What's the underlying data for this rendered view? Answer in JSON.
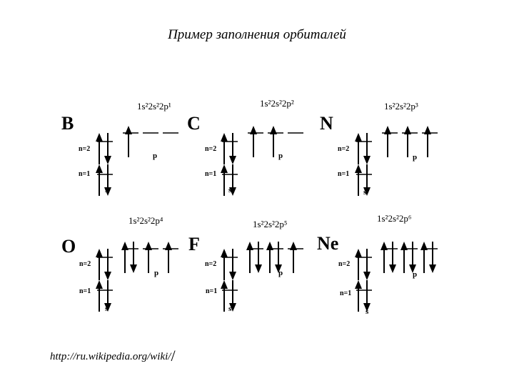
{
  "title": "Пример заполнения орбиталей",
  "source": "http://ru.wikipedia.org/wiki/",
  "source_slash": "/",
  "elements": [
    {
      "symbol": "B",
      "config": "1s²2s²2p¹",
      "level2": "n=2",
      "level1": "n=1",
      "p_label": "p",
      "s_label": "s",
      "p_electrons": [
        1,
        0,
        0
      ]
    },
    {
      "symbol": "C",
      "config": "1s²2s²2p²",
      "level2": "n=2",
      "level1": "n=1",
      "p_label": "p",
      "s_label": "s",
      "p_electrons": [
        1,
        1,
        0
      ]
    },
    {
      "symbol": "N",
      "config": "1s²2s²2p³",
      "level2": "n=2",
      "level1": "n=1",
      "p_label": "p",
      "s_label": "s",
      "p_electrons": [
        1,
        1,
        1
      ]
    },
    {
      "symbol": "O",
      "config": "1s²2s²2p⁴",
      "level2": "n=2",
      "level1": "n=1",
      "p_label": "p",
      "s_label": "s",
      "p_electrons": [
        2,
        1,
        1
      ]
    },
    {
      "symbol": "F",
      "config": "1s²2s²2p⁵",
      "level2": "n=2",
      "level1": "n=1",
      "p_label": "p",
      "s_label": "s",
      "p_electrons": [
        2,
        2,
        1
      ]
    },
    {
      "symbol": "Ne",
      "config": "1s²2s²2p⁶",
      "level2": "n=2",
      "level1": "n=1",
      "p_label": "p",
      "s_label": "s",
      "p_electrons": [
        2,
        2,
        2
      ]
    }
  ]
}
